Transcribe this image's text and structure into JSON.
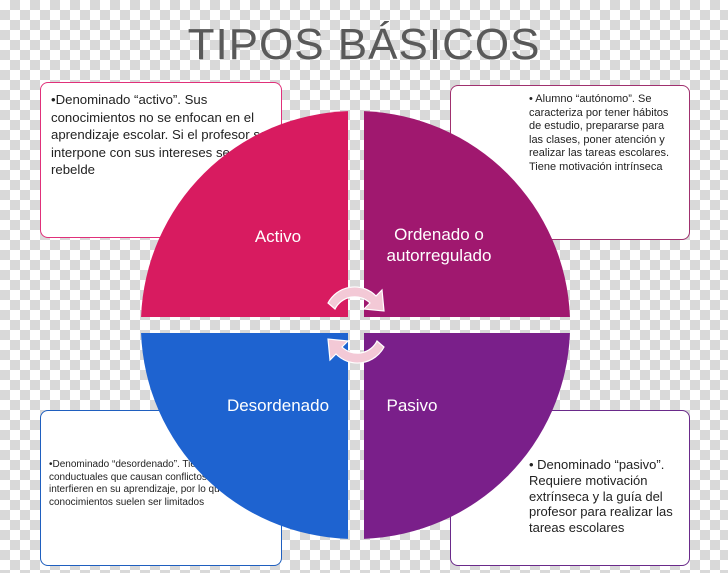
{
  "title": "TIPOS BÁSICOS",
  "quadrants": [
    {
      "label": "Activo",
      "color": "#d81b60"
    },
    {
      "label": "Ordenado o autorregulado",
      "color": "#a0186f"
    },
    {
      "label": "Desordenado",
      "color": "#1e63d0"
    },
    {
      "label": "Pasivo",
      "color": "#7a1f8a"
    }
  ],
  "cards": {
    "top_left": "•Denominado “activo”. Sus conocimientos no se enfocan en el aprendizaje escolar. Si el profesor se interpone con sus intereses se torna rebelde",
    "top_right": "• Alumno “autónomo”. Se caracteriza por tener hábitos de estudio, prepararse para las clases, poner atención y realizar las tareas escolares. Tiene motivación intrínseca",
    "bottom_left": "•Denominado “desordenado”. Tiene problemas conductuales que causan conflictos que interfieren en su aprendizaje, por lo que sus conocimientos suelen ser limitados",
    "bottom_right": "• Denominado “pasivo”. Requiere motivación extrínseca y la guía del profesor para realizar las tareas escolares"
  }
}
